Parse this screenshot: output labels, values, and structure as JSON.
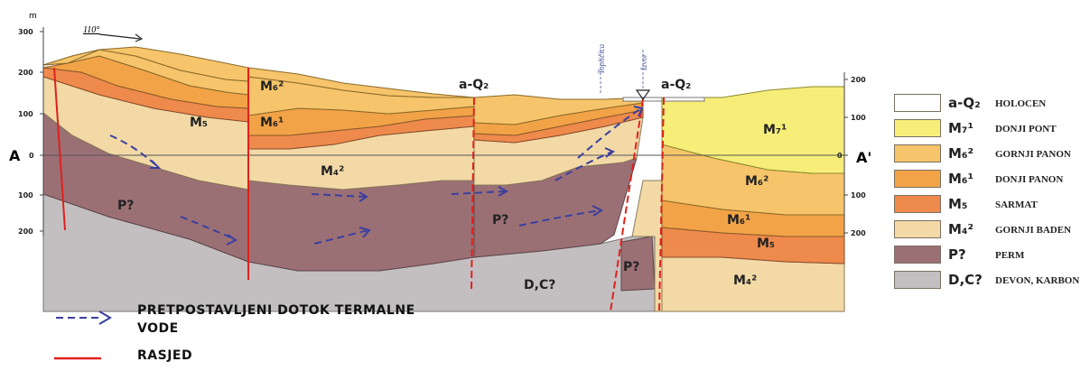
{
  "diagram": {
    "y_axis_unit": "m",
    "y_ticks_left": [
      "300",
      "200",
      "100",
      "0",
      "100",
      "200"
    ],
    "y_ticks_right": [
      "200",
      "100",
      "0",
      "100",
      "200"
    ],
    "orientation_label": "110°",
    "section_start_label": "A",
    "section_end_label": "A'",
    "site_labels": [
      "Topličica",
      "Izvor"
    ],
    "top_labels": [
      "a-Q₂",
      "a-Q₂"
    ],
    "unit_labels": [
      "M₆²",
      "M₆¹",
      "M₅",
      "M₄²",
      "P?",
      "P?",
      "P?",
      "D,C?",
      "M₇¹",
      "M₆²",
      "M₆¹",
      "M₅",
      "M₄²"
    ]
  },
  "legend": [
    {
      "code": "a-Q₂",
      "name": "HOLOCEN",
      "color": "#ffffff"
    },
    {
      "code": "M₇¹",
      "name": "DONJI PONT",
      "color": "#f7ee7a"
    },
    {
      "code": "M₆²",
      "name": "GORNJI PANON",
      "color": "#f6c46a"
    },
    {
      "code": "M₆¹",
      "name": "DONJI PANON",
      "color": "#f2a347"
    },
    {
      "code": "M₅",
      "name": "SARMAT",
      "color": "#ee8a4c"
    },
    {
      "code": "M₄²",
      "name": "GORNJI BADEN",
      "color": "#f2d9a6"
    },
    {
      "code": "P?",
      "name": "PERM",
      "color": "#9b7075"
    },
    {
      "code": "D,C?",
      "name": "DEVON, KARBON",
      "color": "#c3bfc0"
    }
  ],
  "key": {
    "flow_label_line1": "PRETPOSTAVLJENI DOTOK TERMALNE",
    "flow_label_line2": "VODE",
    "fault_label": "RASJED",
    "flow_color": "#3b3fa0",
    "fault_color": "#e0201c"
  }
}
